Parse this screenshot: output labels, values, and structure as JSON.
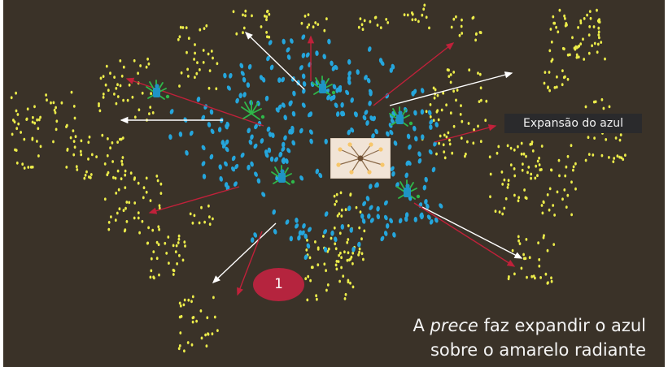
{
  "callout": {
    "text": "Expansão do azul"
  },
  "badge": {
    "number": "1"
  },
  "caption": {
    "line1_before": "A ",
    "line1_italic": "prece",
    "line1_after": " faz expandir o azul",
    "line2": "sobre o amarelo radiante"
  },
  "colors": {
    "background": "#3a3228",
    "yellow_dots": "#ecec4a",
    "blue_dots": "#25a6dc",
    "red_arrows": "#c0213a",
    "white_arrows": "#ffffff",
    "plants": "#2fb84a",
    "badge": "#b5243e",
    "callout_bg": "#2a2a2c"
  },
  "icons": [
    "praying-figure-icon",
    "plant-sprout-icon",
    "chandelier-photo"
  ]
}
